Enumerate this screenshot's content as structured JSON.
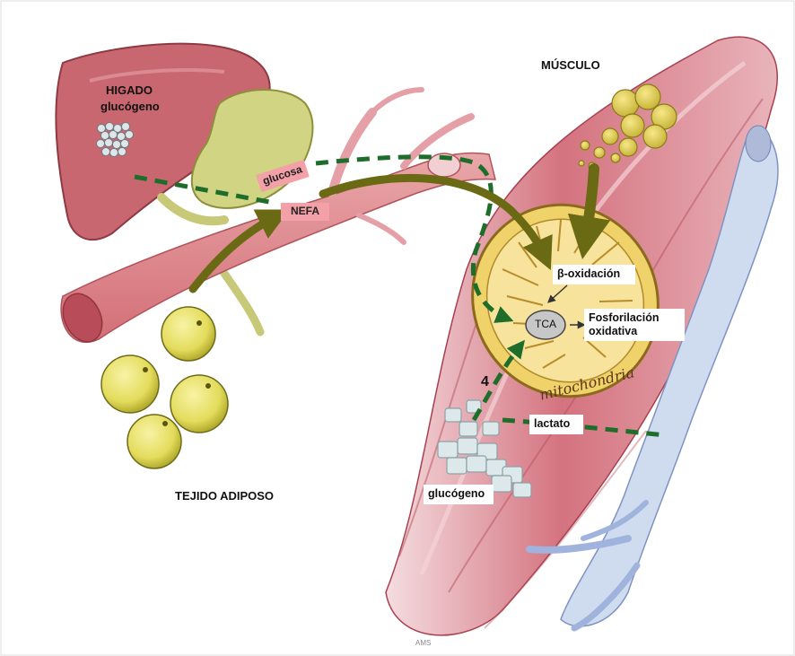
{
  "labels": {
    "liver": "HIGADO",
    "liver_glycogen": "glucógeno",
    "muscle": "MÚSCULO",
    "adipose": "TEJIDO ADIPOSO",
    "glucose": "glucosa",
    "nefa": "NEFA",
    "beta_oxidation": "β-oxidación",
    "tca": "TCA",
    "oxphos_line1": "Fosforilación",
    "oxphos_line2": "oxidativa",
    "mitochondria": "mitochondria",
    "step_number": "4",
    "lactate": "lactato",
    "muscle_glycogen": "glucógeno",
    "signature": "AMS"
  },
  "colors": {
    "glucose_path": "#1f6d2b",
    "fatty_acid_path": "#6b6a14",
    "pink_label": "#f3a0a8",
    "tca_node": "#c7c7c7"
  }
}
